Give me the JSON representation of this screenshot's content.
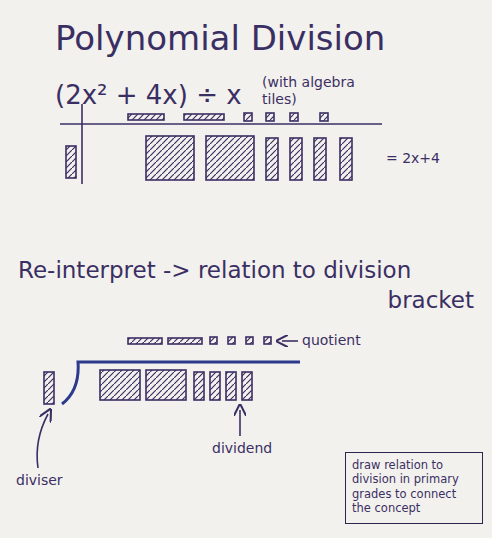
{
  "diagram": {
    "title": "Polynomial Division",
    "nodes": [
      {
        "text": [
          "draw relation to division in primary grades to connect the concept"
        ]
      }
    ],
    "labels": [
      "(2x² + 4x) ÷ x",
      "(with algebra tiles)",
      "= 2x+4",
      "Re-interpret -> relation to division bracket",
      "quotient",
      "diviser",
      "dividend"
    ]
  }
}
